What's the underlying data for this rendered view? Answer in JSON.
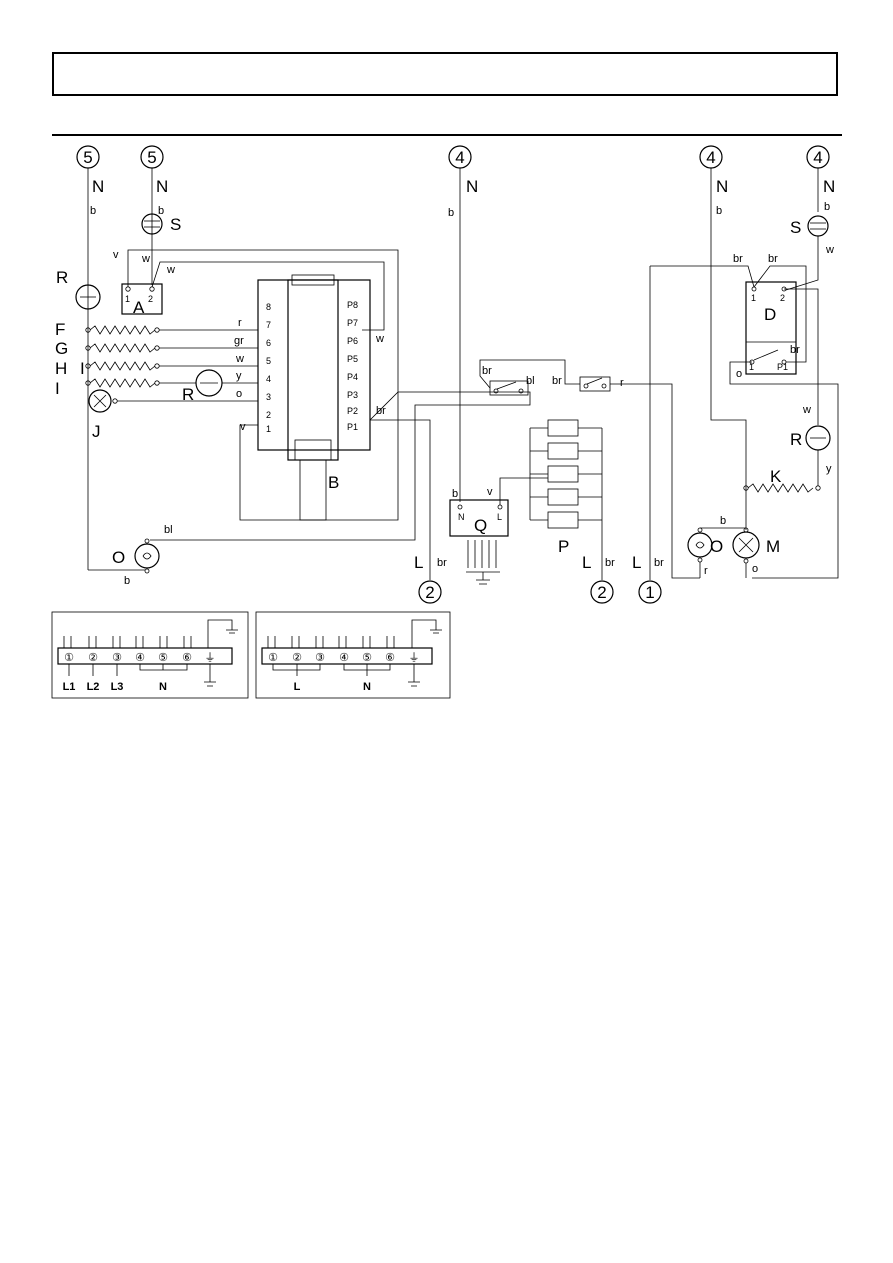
{
  "header": {
    "title": ""
  },
  "terminals": {
    "t1": "1",
    "t2": "2",
    "t4": "4",
    "t5": "5"
  },
  "letters": {
    "A": "A",
    "B": "B",
    "D": "D",
    "F": "F",
    "G": "G",
    "H": "H",
    "I": "I",
    "J": "J",
    "K": "K",
    "L": "L",
    "M": "M",
    "N": "N",
    "O": "O",
    "P": "P",
    "Q": "Q",
    "R": "R",
    "S": "S"
  },
  "wire_colors": {
    "b": "b",
    "br": "br",
    "bl": "bl",
    "w": "w",
    "v": "v",
    "r": "r",
    "gr": "gr",
    "y": "y",
    "o": "o"
  },
  "switch_positions": {
    "left": [
      "8",
      "7",
      "6",
      "5",
      "4",
      "3",
      "2",
      "1"
    ],
    "right": [
      "P8",
      "P7",
      "P6",
      "P5",
      "P4",
      "P3",
      "P2",
      "P1"
    ]
  },
  "contacts": {
    "c1": "1",
    "c2": "2",
    "p1": "P1",
    "qn": "N",
    "ql": "L"
  },
  "terminal_blocks": {
    "three_phase": {
      "numbers": [
        "①",
        "②",
        "③",
        "④",
        "⑤",
        "⑥"
      ],
      "labels": [
        "L1",
        "L2",
        "L3",
        "N"
      ]
    },
    "single_phase": {
      "numbers": [
        "①",
        "②",
        "③",
        "④",
        "⑤",
        "⑥"
      ],
      "labels": [
        "L",
        "N"
      ]
    }
  }
}
